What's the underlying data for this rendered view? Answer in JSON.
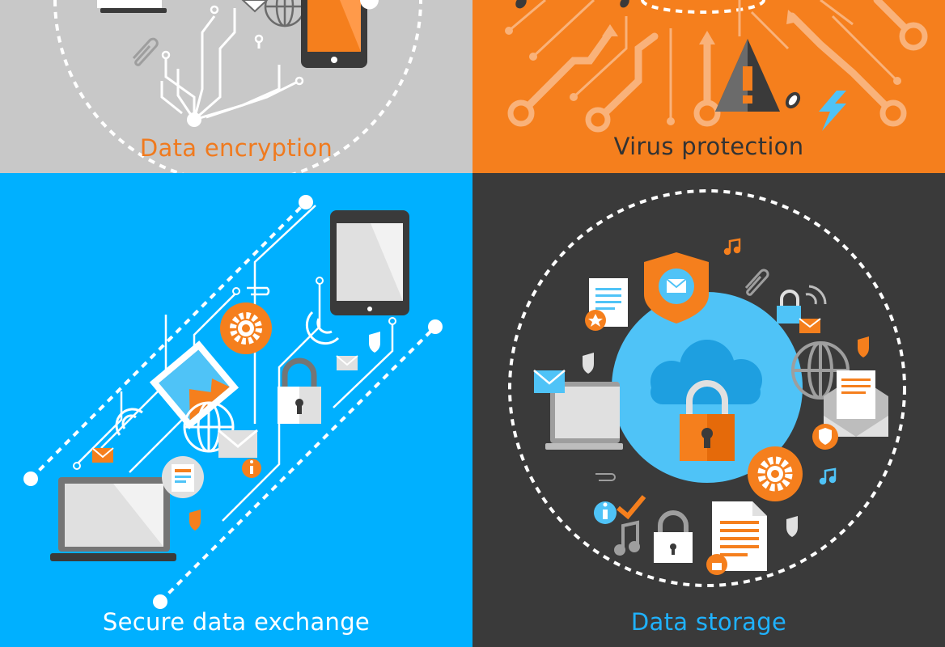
{
  "panels": {
    "encryption": {
      "caption": "Data encryption",
      "bg": "#c8c8c8",
      "caption_color": "#f07a1e"
    },
    "virus": {
      "caption": "Virus protection",
      "bg": "#f57f1d",
      "caption_color": "#333333"
    },
    "exchange": {
      "caption": "Secure data exchange",
      "bg": "#00b0ff",
      "caption_color": "#ffffff"
    },
    "storage": {
      "caption": "Data storage",
      "bg": "#3a3a3a",
      "caption_color": "#1fb2ff"
    }
  },
  "colors": {
    "orange": "#f57f1d",
    "blue": "#00b0ff",
    "dark": "#3a3a3a",
    "gray": "#c8c8c8",
    "light_blue": "#4fc3f7"
  },
  "icons": [
    "laptop-icon",
    "tablet-icon",
    "globe-icon",
    "paperclip-icon",
    "warning-icon",
    "bug-icon",
    "lightning-icon",
    "gear-icon",
    "padlock-icon",
    "envelope-icon",
    "shield-icon",
    "document-icon",
    "music-note-icon",
    "info-icon",
    "checkmark-icon",
    "cloud-icon",
    "wifi-icon"
  ]
}
